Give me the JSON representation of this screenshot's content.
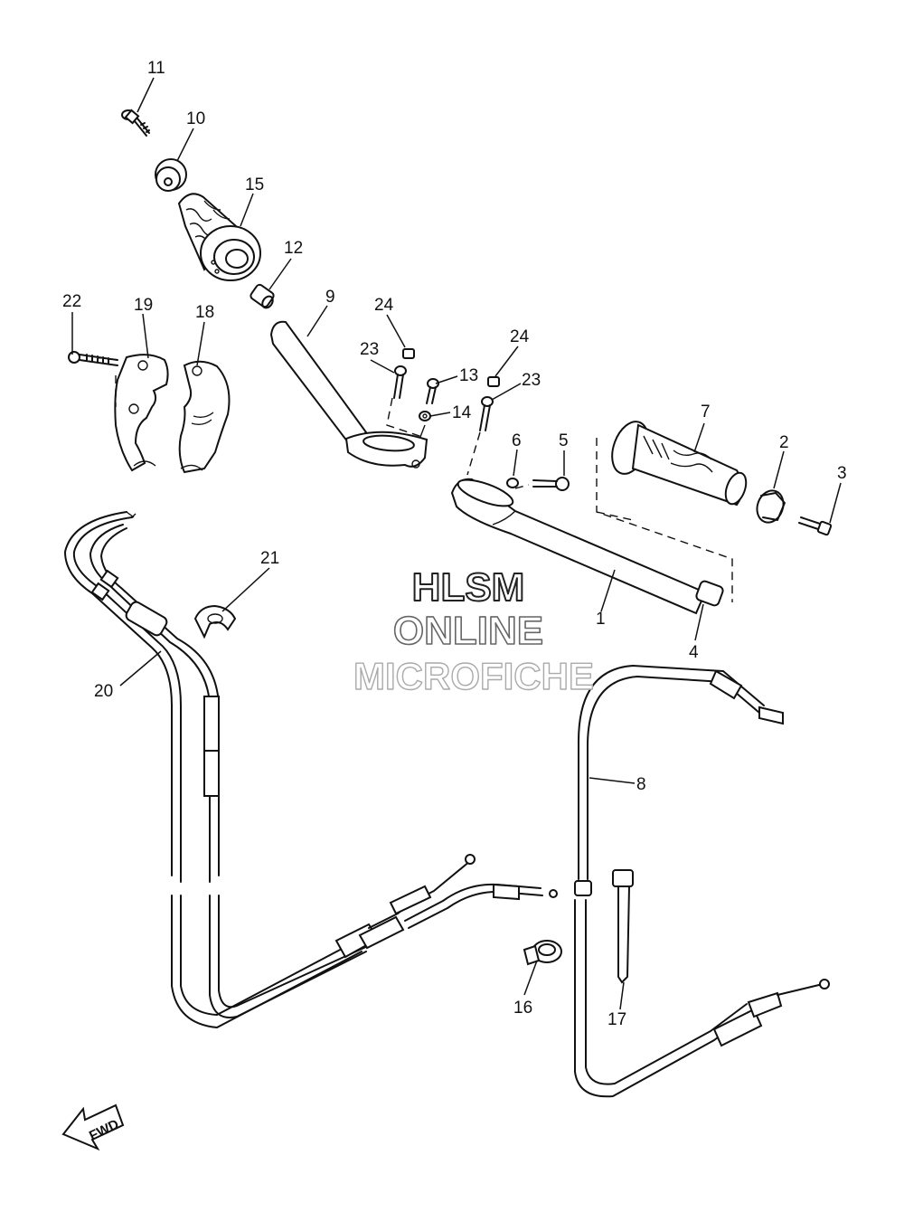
{
  "watermark": {
    "line1": "HLSM",
    "line2": "ONLINE",
    "line3": "MICROFICHE"
  },
  "direction_badge": "FWD",
  "callouts": [
    {
      "id": "c1",
      "label": "1"
    },
    {
      "id": "c2",
      "label": "2"
    },
    {
      "id": "c3",
      "label": "3"
    },
    {
      "id": "c4",
      "label": "4"
    },
    {
      "id": "c5",
      "label": "5"
    },
    {
      "id": "c6",
      "label": "6"
    },
    {
      "id": "c7",
      "label": "7"
    },
    {
      "id": "c8",
      "label": "8"
    },
    {
      "id": "c9",
      "label": "9"
    },
    {
      "id": "c10",
      "label": "10"
    },
    {
      "id": "c11",
      "label": "11"
    },
    {
      "id": "c12",
      "label": "12"
    },
    {
      "id": "c13",
      "label": "13"
    },
    {
      "id": "c14",
      "label": "14"
    },
    {
      "id": "c15",
      "label": "15"
    },
    {
      "id": "c16",
      "label": "16"
    },
    {
      "id": "c17",
      "label": "17"
    },
    {
      "id": "c18",
      "label": "18"
    },
    {
      "id": "c19",
      "label": "19"
    },
    {
      "id": "c20",
      "label": "20"
    },
    {
      "id": "c21",
      "label": "21"
    },
    {
      "id": "c22",
      "label": "22"
    },
    {
      "id": "c23a",
      "label": "23"
    },
    {
      "id": "c23b",
      "label": "23"
    },
    {
      "id": "c24a",
      "label": "24"
    },
    {
      "id": "c24b",
      "label": "24"
    }
  ]
}
